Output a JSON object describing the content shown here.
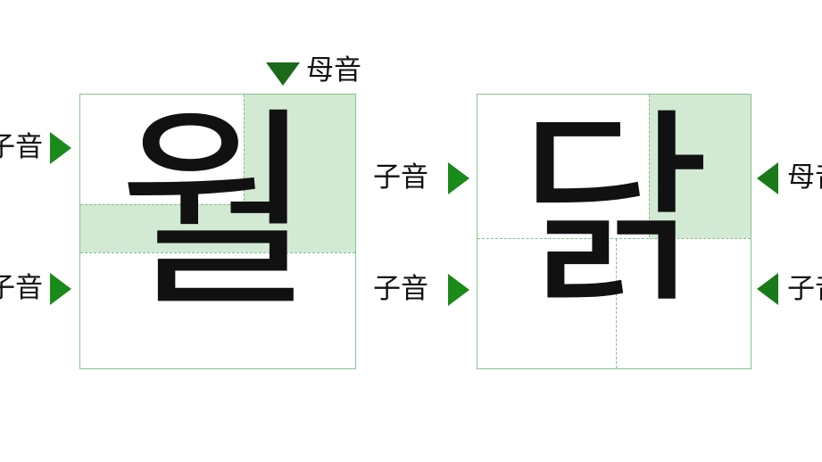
{
  "left_diagram": {
    "syllable": "월",
    "top_label": "母音",
    "row1_label": "子音",
    "row2_label": "子音"
  },
  "right_diagram": {
    "syllable": "닭",
    "left_row1_label": "子音",
    "left_row2_label": "子音",
    "right_row1_label": "母音",
    "right_row2_label": "子音"
  },
  "colors": {
    "border": "#86c58f",
    "shade": "#d2ead3",
    "arrow": "#1a8a1a"
  }
}
